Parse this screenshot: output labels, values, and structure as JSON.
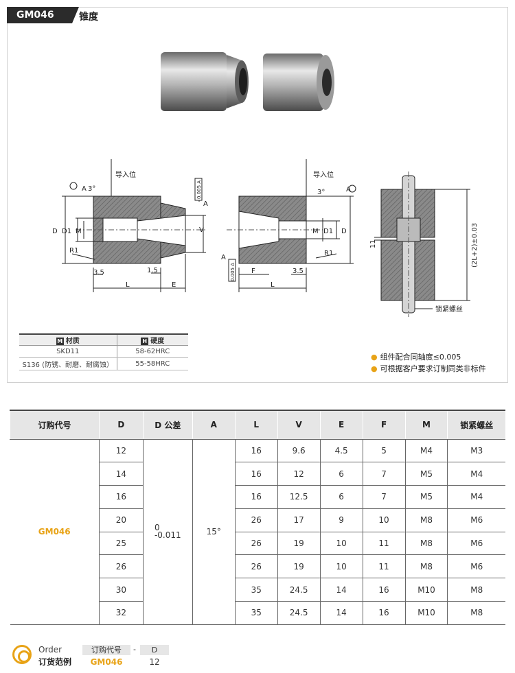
{
  "header": {
    "code": "GM046",
    "title": "锥度"
  },
  "drawing_labels": {
    "guide_position": "导入位",
    "angle": "3°",
    "datum_a": "A",
    "d": "D",
    "d1": "D1",
    "m": "M",
    "v": "V",
    "r1": "R1",
    "dim_35": "3.5",
    "dim_15": "1.5",
    "l": "L",
    "e": "E",
    "f": "F",
    "tol_frame": "0.005 A",
    "dim_11": "11",
    "assembly_len": "(2L+2)±0.03",
    "lock_screw": "锁紧螺丝"
  },
  "materials": {
    "headers": [
      "材质",
      "硬度"
    ],
    "header_icons": [
      "M",
      "H"
    ],
    "rows": [
      [
        "SKD11",
        "58-62HRC"
      ],
      [
        "S136 (防锈、耐磨、耐腐蚀）",
        "55-58HRC"
      ]
    ]
  },
  "notes": [
    "组件配合同轴度≤0.005",
    "可根据客户要求订制同类非标件"
  ],
  "table": {
    "headers": [
      "订购代号",
      "D",
      "D 公差",
      "A",
      "L",
      "V",
      "E",
      "F",
      "M",
      "锁紧螺丝"
    ],
    "code": "GM046",
    "d_tol_upper": "0",
    "d_tol_lower": "-0.011",
    "a_value": "15°",
    "rows": [
      {
        "D": "12",
        "L": "16",
        "V": "9.6",
        "E": "4.5",
        "F": "5",
        "M": "M4",
        "screw": "M3"
      },
      {
        "D": "14",
        "L": "16",
        "V": "12",
        "E": "6",
        "F": "7",
        "M": "M5",
        "screw": "M4"
      },
      {
        "D": "16",
        "L": "16",
        "V": "12.5",
        "E": "6",
        "F": "7",
        "M": "M5",
        "screw": "M4"
      },
      {
        "D": "20",
        "L": "26",
        "V": "17",
        "E": "9",
        "F": "10",
        "M": "M8",
        "screw": "M6"
      },
      {
        "D": "25",
        "L": "26",
        "V": "19",
        "E": "10",
        "F": "11",
        "M": "M8",
        "screw": "M6"
      },
      {
        "D": "26",
        "L": "26",
        "V": "19",
        "E": "10",
        "F": "11",
        "M": "M8",
        "screw": "M6"
      },
      {
        "D": "30",
        "L": "35",
        "V": "24.5",
        "E": "14",
        "F": "16",
        "M": "M10",
        "screw": "M8"
      },
      {
        "D": "32",
        "L": "35",
        "V": "24.5",
        "E": "14",
        "F": "16",
        "M": "M10",
        "screw": "M8"
      }
    ]
  },
  "order_example": {
    "label_en": "Order",
    "label_cn": "订货范例",
    "col1_header": "订购代号",
    "separator": "-",
    "col2_header": "D",
    "col1_value": "GM046",
    "col2_value": "12"
  },
  "colors": {
    "accent": "#e8a317",
    "dark": "#2b2b2b",
    "header_bg": "#e6e6e6"
  }
}
